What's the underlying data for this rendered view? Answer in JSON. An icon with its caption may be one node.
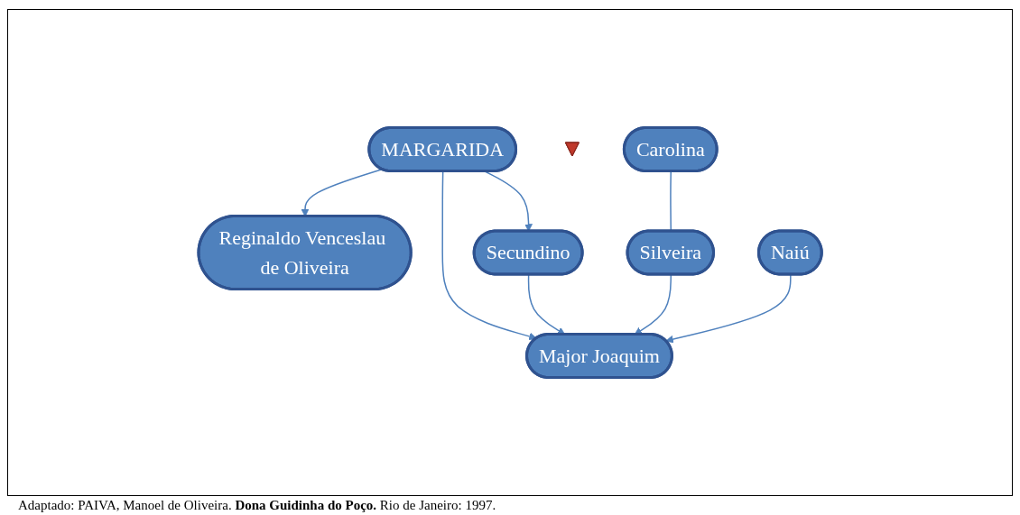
{
  "diagram": {
    "caption": "Adaptado: PAIVA, Manoel de Oliveira. **Dona Guidinha do Poço.** Rio de Janeiro: 1997.",
    "nodes": [
      {
        "text": [
          "Reginaldo Venceslau de Oliveira"
        ]
      },
      {
        "text": [
          "MARGARIDA"
        ]
      },
      {
        "text": [
          "Major Joaquim"
        ]
      },
      {
        "text": [],
        "shape": "triangle"
      },
      {
        "text": [
          "Secundino"
        ]
      },
      {
        "text": [
          "Carolina"
        ]
      },
      {
        "text": [
          "Silveira"
        ]
      },
      {
        "text": [
          "Naiú"
        ]
      }
    ],
    "edges": [
      {
        "from": 1,
        "to": 0,
        "arrow": "to"
      },
      {
        "from": 1,
        "to": 2,
        "arrow": "to"
      },
      {
        "from": 1,
        "to": 4,
        "arrow": "to"
      },
      {
        "from": 4,
        "to": 2,
        "arrow": "to"
      },
      {
        "from": 5,
        "to": 6,
        "arrow": "none"
      },
      {
        "from": 6,
        "to": 2,
        "arrow": "to"
      },
      {
        "from": 7,
        "to": 2,
        "arrow": "to"
      }
    ]
  }
}
